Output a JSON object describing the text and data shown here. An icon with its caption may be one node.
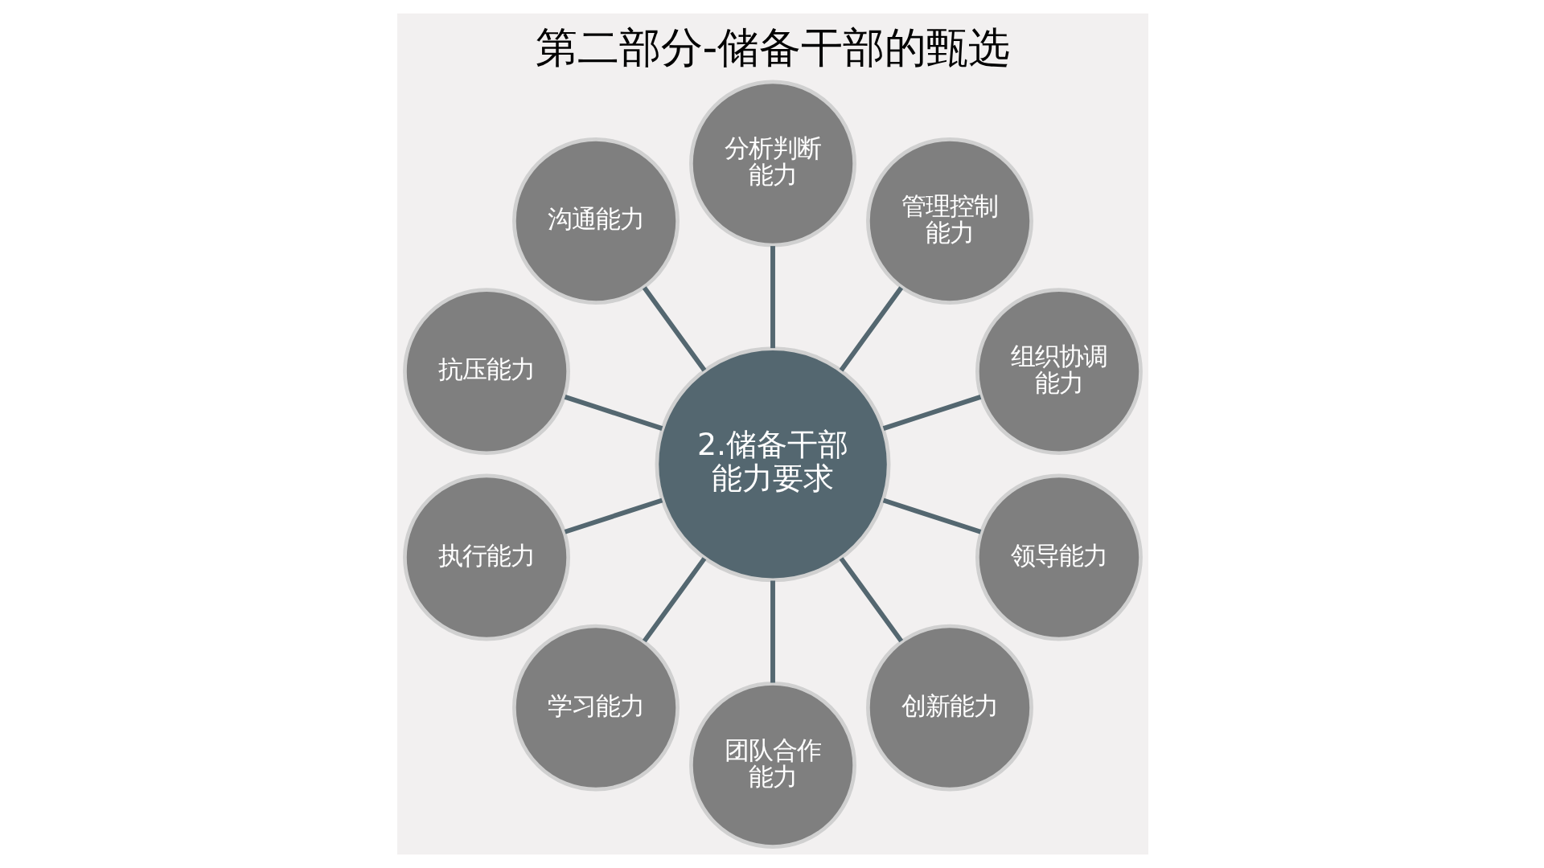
{
  "diagram": {
    "title": "第二部分-储备干部的甄选",
    "nodes": [
      {
        "text": [
          "2.储备干部能力要求"
        ]
      },
      {
        "text": [
          "组织协调能力"
        ]
      },
      {
        "text": [
          "管理控制能力"
        ]
      },
      {
        "text": [
          "分析判断能力"
        ]
      },
      {
        "text": [
          "沟通能力"
        ]
      },
      {
        "text": [
          "抗压能力"
        ]
      },
      {
        "text": [
          "执行能力"
        ]
      },
      {
        "text": [
          "学习能力"
        ]
      },
      {
        "text": [
          "团队合作能力"
        ]
      },
      {
        "text": [
          "创新能力"
        ]
      },
      {
        "text": [
          "领导能力"
        ]
      }
    ],
    "edges": [
      {
        "from": 0,
        "to": 1,
        "arrow": "none"
      },
      {
        "from": 0,
        "to": 2,
        "arrow": "none"
      },
      {
        "from": 0,
        "to": 3,
        "arrow": "none"
      },
      {
        "from": 0,
        "to": 4,
        "arrow": "none"
      },
      {
        "from": 0,
        "to": 5,
        "arrow": "none"
      },
      {
        "from": 0,
        "to": 6,
        "arrow": "none"
      },
      {
        "from": 0,
        "to": 7,
        "arrow": "none"
      },
      {
        "from": 0,
        "to": 8,
        "arrow": "none"
      },
      {
        "from": 0,
        "to": 9,
        "arrow": "none"
      },
      {
        "from": 0,
        "to": 10,
        "arrow": "none"
      }
    ]
  }
}
